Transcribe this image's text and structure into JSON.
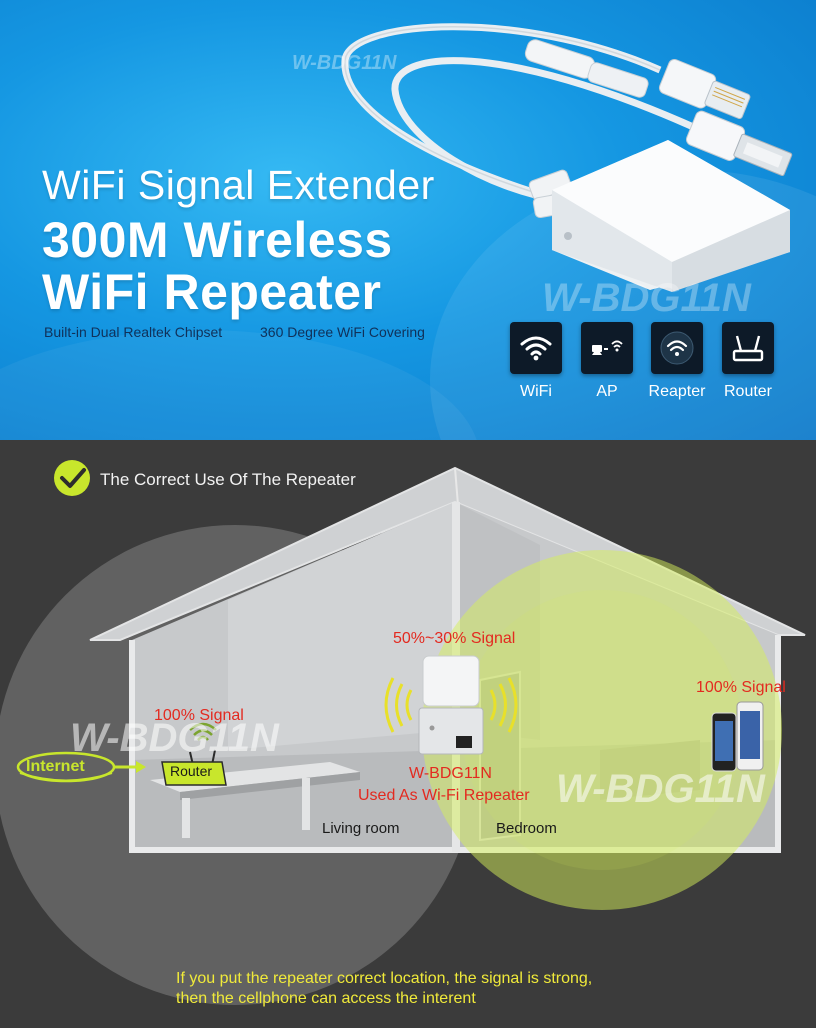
{
  "banner": {
    "watermark_small": "W-BDG11N",
    "watermark_large": "W-BDG11N",
    "headline_line1": "WiFi Signal Extender",
    "headline_line2": "300M Wireless",
    "headline_line3": "WiFi Repeater",
    "feature_chipset": "Built-in Dual Realtek Chipset",
    "feature_coverage": "360 Degree WiFi Covering",
    "modes": [
      {
        "label": "WiFi",
        "icon": "wifi-icon"
      },
      {
        "label": "AP",
        "icon": "ap-icon"
      },
      {
        "label": "Reapter",
        "icon": "repeater-icon"
      },
      {
        "label": "Router",
        "icon": "router-icon"
      }
    ]
  },
  "diagram": {
    "title": "The Correct Use Of The Repeater",
    "internet_label": "Internet",
    "router_label": "Router",
    "router_signal": "100% Signal",
    "repeater_signal": "50%~30% Signal",
    "repeater_model": "W-BDG11N",
    "repeater_caption": "Used As Wi-Fi Repeater",
    "phone_signal": "100% Signal",
    "room_living": "Living room",
    "room_bedroom": "Bedroom",
    "watermark_left": "W-BDG11N",
    "watermark_right": "W-BDG11N",
    "footer_line1": "If you put the repeater correct location, the signal is strong,",
    "footer_line2": "then the cellphone can access the interent"
  },
  "colors": {
    "banner_blue": "#1597e2",
    "signal_red": "#e32a20",
    "accent_yellow": "#c8e62c",
    "footer_yellow": "#f0ea3a",
    "panel_dark": "#3b3b3b"
  }
}
